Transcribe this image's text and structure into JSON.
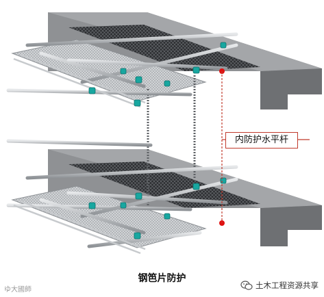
{
  "labels": {
    "callout": "内防护水平杆",
    "caption": "钢笆片防护"
  },
  "watermarks": {
    "left": "ゆ大國師",
    "right": "土木工程资源共享"
  },
  "icons": [
    "wechat-icon"
  ],
  "colors": {
    "slab": "#8f9194",
    "slab_dark": "#6e7073",
    "pipe": "#b9bcbf",
    "coupler": "#18a7a0",
    "marker": "#e01010",
    "leader": "#c0392b"
  }
}
